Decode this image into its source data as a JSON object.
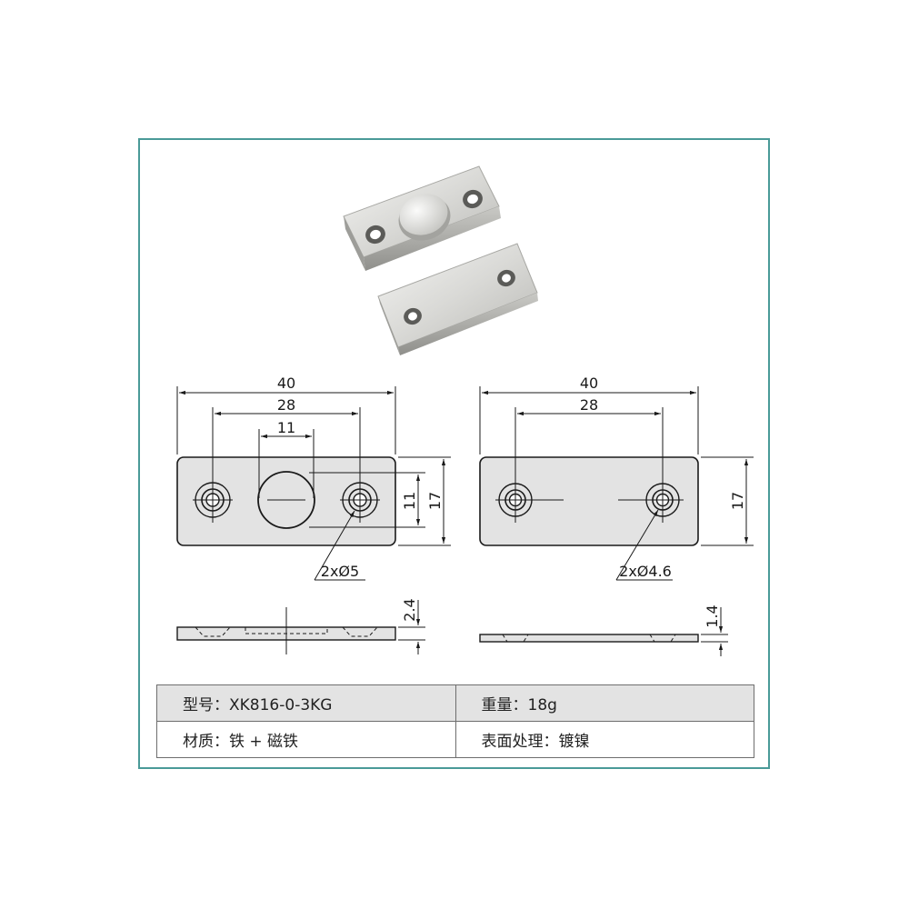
{
  "drawing": {
    "front_left": {
      "overall_width": "40",
      "hole_spacing": "28",
      "magnet_diameter": "11",
      "magnet_height": "11",
      "overall_height": "17",
      "hole_note": "2xØ5"
    },
    "front_right": {
      "overall_width": "40",
      "hole_spacing": "28",
      "overall_height": "17",
      "hole_note": "2xØ4.6"
    },
    "side_left": {
      "thickness": "2.4"
    },
    "side_right": {
      "thickness": "1.4"
    }
  },
  "specs": {
    "model_label": "型号：",
    "model_value": "XK816-0-3KG",
    "weight_label": "重量：",
    "weight_value": "18g",
    "material_label": "材质：",
    "material_value": "铁 + 磁铁",
    "finish_label": "表面处理：",
    "finish_value": "镀镍"
  },
  "colors": {
    "frame": "#4a9a98",
    "plate_fill": "#e3e3e3",
    "line": "#1a1a1a"
  }
}
